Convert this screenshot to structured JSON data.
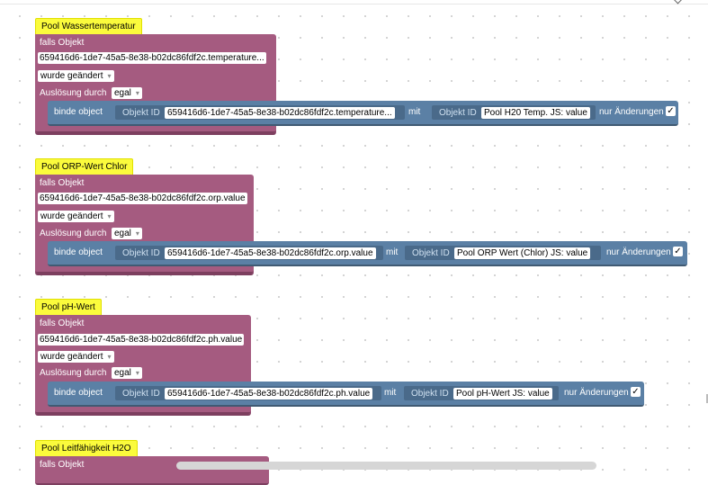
{
  "blocks": [
    {
      "comment": "Pool Wassertemperatur",
      "falls": "falls Objekt",
      "object_id": "659416d6-1de7-45a5-8e38-b02dc86fdf2c.temperature...",
      "changed": "wurde geändert",
      "trigger_label": "Auslösung durch",
      "trigger_value": "egal",
      "bind_label": "binde object",
      "objekt_id_label": "Objekt ID",
      "source": "659416d6-1de7-45a5-8e38-b02dc86fdf2c.temperature...",
      "mit": "mit",
      "target": "Pool H20 Temp. JS: value",
      "only_changes": "nur Änderungen",
      "checked": "✓"
    },
    {
      "comment": "Pool ORP-Wert Chlor",
      "falls": "falls Objekt",
      "object_id": "659416d6-1de7-45a5-8e38-b02dc86fdf2c.orp.value",
      "changed": "wurde geändert",
      "trigger_label": "Auslösung durch",
      "trigger_value": "egal",
      "bind_label": "binde object",
      "objekt_id_label": "Objekt ID",
      "source": "659416d6-1de7-45a5-8e38-b02dc86fdf2c.orp.value",
      "mit": "mit",
      "target": "Pool ORP Wert (Chlor) JS: value",
      "only_changes": "nur Änderungen",
      "checked": "✓"
    },
    {
      "comment": "Pool pH-Wert",
      "falls": "falls Objekt",
      "object_id": "659416d6-1de7-45a5-8e38-b02dc86fdf2c.ph.value",
      "changed": "wurde geändert",
      "trigger_label": "Auslösung durch",
      "trigger_value": "egal",
      "bind_label": "binde object",
      "objekt_id_label": "Objekt ID",
      "source": "659416d6-1de7-45a5-8e38-b02dc86fdf2c.ph.value",
      "mit": "mit",
      "target": "Pool pH-Wert JS: value",
      "only_changes": "nur Änderungen",
      "checked": "✓"
    },
    {
      "comment": "Pool Leitfähigkeit H2O",
      "falls": "falls Objekt"
    }
  ],
  "colors": {
    "trigger_block": "#a55b80",
    "bind_block": "#5b80a5",
    "comment": "#fbfb3c"
  }
}
